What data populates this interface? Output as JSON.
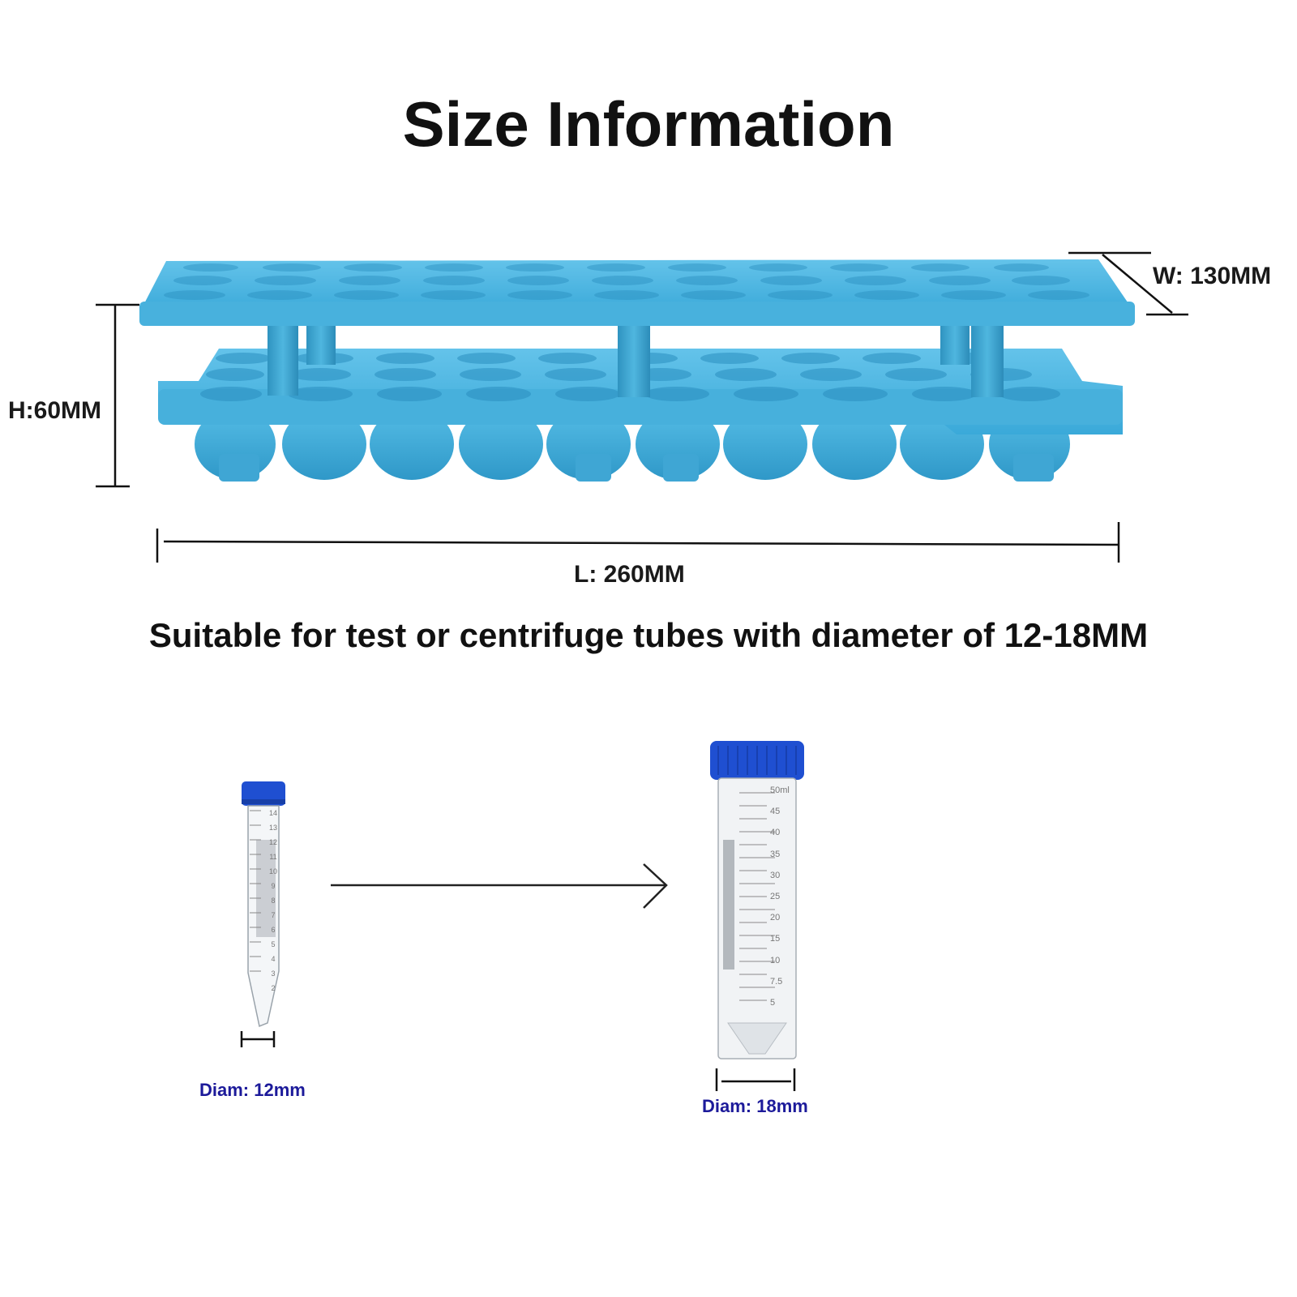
{
  "title": "Size Information",
  "dimensions": {
    "height": "H:60MM",
    "width": "W: 130MM",
    "length": "L: 260MM"
  },
  "subtitle": "Suitable for test or centrifuge tubes with diameter of 12-18MM",
  "tubes": {
    "small": {
      "diameter_label": "Diam: 12mm",
      "scale_marks": [
        "14",
        "13",
        "12",
        "11",
        "10",
        "9",
        "8",
        "7",
        "6",
        "5",
        "4",
        "3",
        "2"
      ]
    },
    "large": {
      "diameter_label": "Diam: 18mm",
      "scale_marks": [
        "50ml",
        "45",
        "40",
        "35",
        "30",
        "25",
        "20",
        "15",
        "10",
        "7.5",
        "5"
      ]
    }
  },
  "colors": {
    "rack": "#4fb6df",
    "rack_dark": "#2e95c4",
    "cap": "#1f4fd1",
    "label_blue": "#1c1a9a"
  }
}
